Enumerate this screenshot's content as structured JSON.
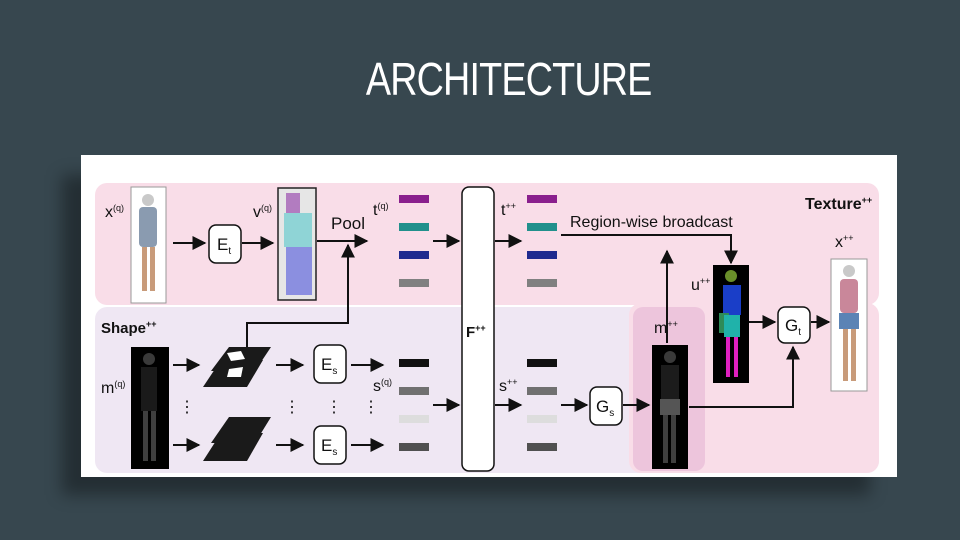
{
  "slide": {
    "title": "ARCHITECTURE"
  },
  "diagram": {
    "texture_label": "Texture",
    "texture_sup": "++",
    "shape_label": "Shape",
    "shape_sup": "++",
    "x_q": "x",
    "x_q_sup": "(q)",
    "e_t": "E",
    "e_t_sub": "t",
    "v_q": "v",
    "v_q_sup": "(q)",
    "pool": "Pool",
    "t_q": "t",
    "t_q_sup": "(q)",
    "f_pp": "F",
    "f_pp_sup": "++",
    "t_pp": "t",
    "t_pp_sup": "++",
    "broadcast": "Region-wise broadcast",
    "x_pp": "x",
    "x_pp_sup": "++",
    "u_pp": "u",
    "u_pp_sup": "++",
    "g_t": "G",
    "g_t_sub": "t",
    "m_pp": "m",
    "m_pp_sup": "++",
    "m_q": "m",
    "m_q_sup": "(q)",
    "e_s": "E",
    "e_s_sub": "s",
    "s_q": "s",
    "s_q_sup": "(q)",
    "s_pp": "s",
    "s_pp_sup": "++",
    "g_s": "G",
    "g_s_sub": "s",
    "ellipsis": "⋮",
    "colors": {
      "texture_bg": "#f9dde8",
      "shape_bg": "#efe7f3",
      "m_highlight": "#edc5dc",
      "texture_codes": [
        "#8a1f8d",
        "#21908c",
        "#1f2a8f",
        "#808080"
      ],
      "shape_codes": [
        "#111111",
        "#707070",
        "#dddddd",
        "#505050"
      ]
    }
  }
}
